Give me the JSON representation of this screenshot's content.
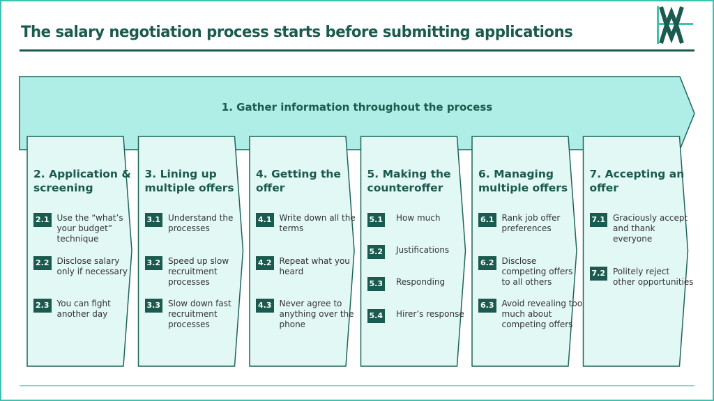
{
  "title": "The salary negotiation process starts before submitting applications",
  "logo": {
    "icon": "wm-logo-icon",
    "letters": "WM"
  },
  "colors": {
    "dark_green": "#1b5a4e",
    "arrow_fill": "#aeeee6",
    "panel_fill": "#e2f8f5",
    "border_teal": "#3cc2b0"
  },
  "banner": {
    "label": "1. Gather information throughout the process"
  },
  "stages": [
    {
      "title": "2. Application & screening",
      "items": [
        {
          "num": "2.1",
          "text": "Use the “what’s your budget” technique"
        },
        {
          "num": "2.2",
          "text": "Disclose salary only if necessary"
        },
        {
          "num": "2.3",
          "text": "You can fight another day"
        }
      ]
    },
    {
      "title": "3. Lining up multiple offers",
      "items": [
        {
          "num": "3.1",
          "text": "Understand the processes"
        },
        {
          "num": "3.2",
          "text": "Speed up slow recruitment processes"
        },
        {
          "num": "3.3",
          "text": "Slow down fast recruitment processes"
        }
      ]
    },
    {
      "title": "4. Getting the offer",
      "items": [
        {
          "num": "4.1",
          "text": "Write down all the terms"
        },
        {
          "num": "4.2",
          "text": "Repeat what you heard"
        },
        {
          "num": "4.3",
          "text": "Never agree to anything over the phone"
        }
      ]
    },
    {
      "title": "5. Making the counteroffer",
      "items": [
        {
          "num": "5.1",
          "text": "How much"
        },
        {
          "num": "5.2",
          "text": "Justifications"
        },
        {
          "num": "5.3",
          "text": "Responding"
        },
        {
          "num": "5.4",
          "text": "Hirer’s response"
        }
      ]
    },
    {
      "title": "6. Managing multiple offers",
      "items": [
        {
          "num": "6.1",
          "text": "Rank job offer preferences"
        },
        {
          "num": "6.2",
          "text": "Disclose competing offers to all others"
        },
        {
          "num": "6.3",
          "text": "Avoid revealing too much about competing offers"
        }
      ]
    },
    {
      "title": "7. Accepting an offer",
      "items": [
        {
          "num": "7.1",
          "text": "Graciously accept and thank everyone"
        },
        {
          "num": "7.2",
          "text": "Politely reject other opportunities"
        }
      ]
    }
  ]
}
